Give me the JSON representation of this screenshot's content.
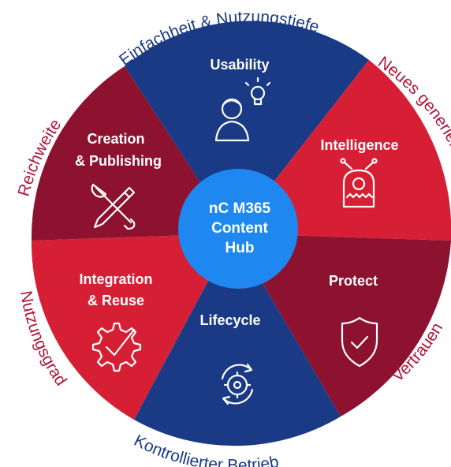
{
  "hub": {
    "line1": "nC M365",
    "line2": "Content",
    "line3": "Hub"
  },
  "segments": [
    {
      "id": "usability",
      "lines": [
        "Usability"
      ],
      "icon": "user-idea-icon",
      "color": "#1a3a85"
    },
    {
      "id": "intelligence",
      "lines": [
        "Intelligence"
      ],
      "icon": "robot-icon",
      "color": "#d61f35"
    },
    {
      "id": "protect",
      "lines": [
        "Protect"
      ],
      "icon": "shield-check-icon",
      "color": "#8c1230"
    },
    {
      "id": "lifecycle",
      "lines": [
        "Lifecycle"
      ],
      "icon": "cycle-gear-icon",
      "color": "#1a3a85"
    },
    {
      "id": "integration",
      "lines": [
        "Integration",
        "& Reuse"
      ],
      "icon": "gear-check-icon",
      "color": "#d61f35"
    },
    {
      "id": "creation",
      "lines": [
        "Creation",
        "& Publishing"
      ],
      "icon": "tools-icon",
      "color": "#8c1230"
    }
  ],
  "arc_labels": {
    "top": "Einfachheit & Nutzungstiefe",
    "top_right": "Neues generieren",
    "right": "Vertrauen",
    "bottom": "Kontrollierter Betrieb",
    "left": "Nutzungsgrad",
    "top_left": "Reichweite"
  },
  "colors": {
    "navy": "#1a3a85",
    "red": "#d61f35",
    "maroon": "#8c1230",
    "hub": "#1e88f0",
    "arc_text_red": "#b0163a",
    "arc_text_blue": "#1a3a85"
  }
}
